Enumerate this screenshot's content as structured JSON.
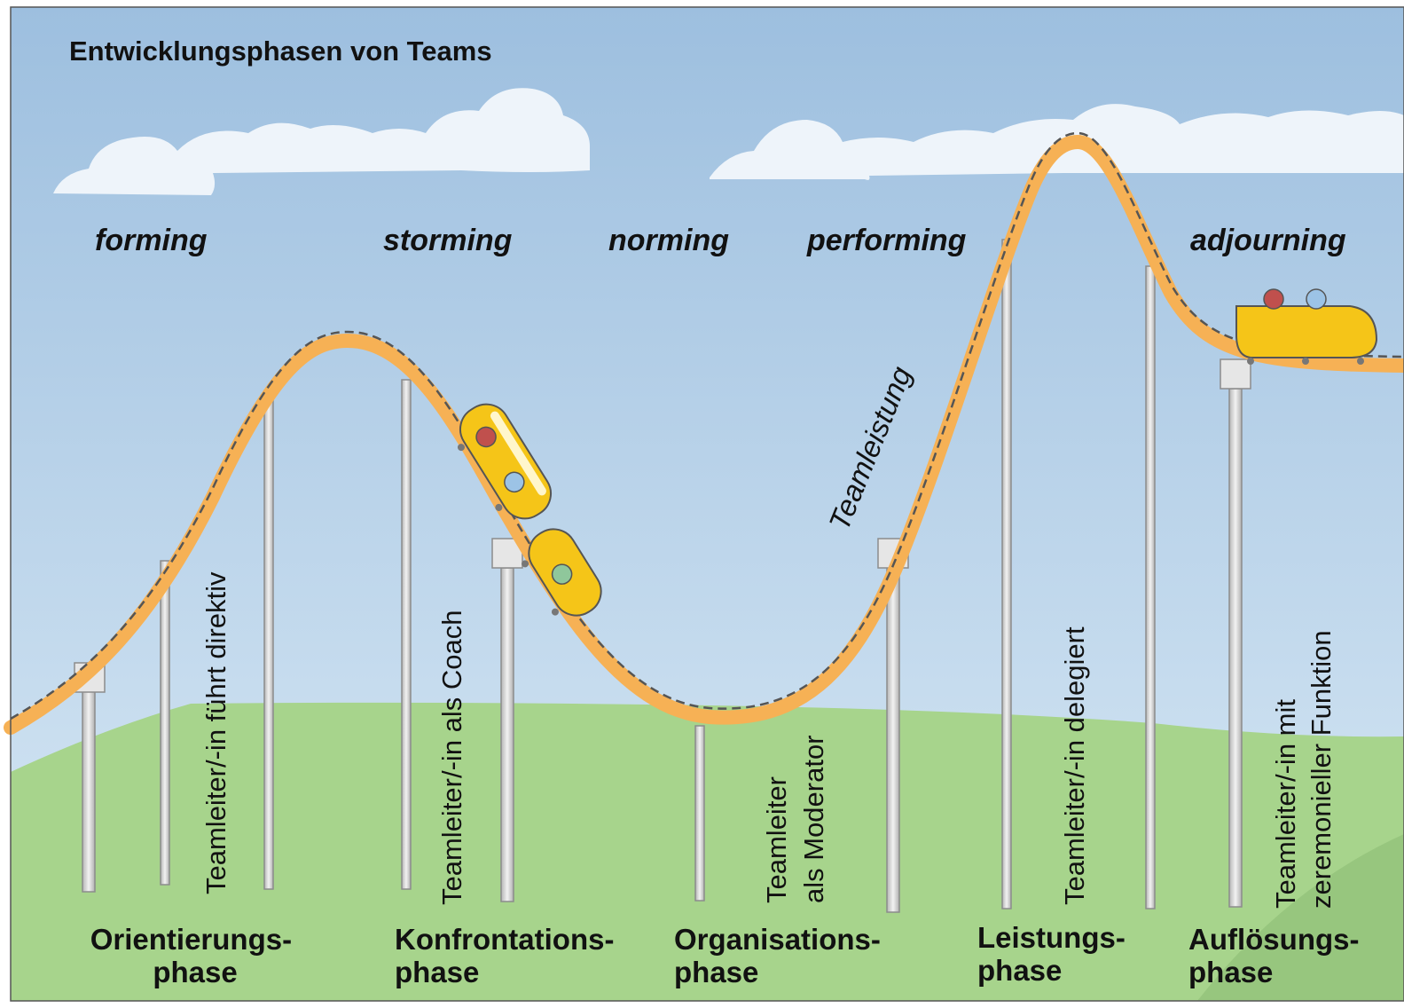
{
  "title": "Entwicklungsphasen von Teams",
  "curve_label": "Teamleistung",
  "stages": [
    "forming",
    "storming",
    "norming",
    "performing",
    "adjourning"
  ],
  "roles": [
    {
      "lines": [
        "Teamleiter/-in führt direktiv"
      ]
    },
    {
      "lines": [
        "Teamleiter/-in als Coach"
      ]
    },
    {
      "lines": [
        "Teamleiter",
        "als Moderator"
      ]
    },
    {
      "lines": [
        "Teamleiter/-in delegiert"
      ]
    },
    {
      "lines": [
        "Teamleiter/-in mit",
        "zeremonieller Funktion"
      ]
    }
  ],
  "phases": [
    {
      "line1": "Orientierungs-",
      "line2": "phase"
    },
    {
      "line1": "Konfrontations-",
      "line2": "phase"
    },
    {
      "line1": "Organisations-",
      "line2": "phase"
    },
    {
      "line1": "Leistungs-",
      "line2": "phase"
    },
    {
      "line1": "Auflösungs-",
      "line2": "phase"
    }
  ],
  "colors": {
    "sky_top": "#9dbfdf",
    "sky_bottom": "#d6e7f4",
    "cloud": "#eef4fa",
    "grass": "#a7d48c",
    "grass_dark": "#8fbf77",
    "track": "#f6b155",
    "track_dash": "#555555",
    "pillar": "#d9d9d9",
    "cart": "#f5c518"
  }
}
